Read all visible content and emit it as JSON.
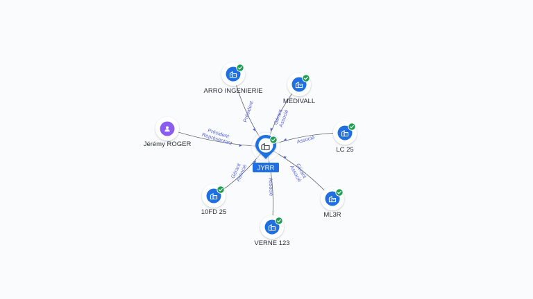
{
  "center": {
    "label": "JYRR",
    "icon": "building-icon",
    "verified": true
  },
  "nodes": [
    {
      "id": "arro",
      "label": "ARRO INGENIERIE",
      "icon": "building-icon",
      "verified": true,
      "relations": [
        "Président"
      ]
    },
    {
      "id": "medivall",
      "label": "MÉDIVALL",
      "icon": "building-icon",
      "verified": true,
      "relations": [
        "Gérant",
        "Associé"
      ]
    },
    {
      "id": "lc25",
      "label": "LC 25",
      "icon": "building-icon",
      "verified": true,
      "relations": [
        "Associé"
      ]
    },
    {
      "id": "ml3r",
      "label": "ML3R",
      "icon": "building-icon",
      "verified": true,
      "relations": [
        "Gérant",
        "Associé"
      ]
    },
    {
      "id": "verne",
      "label": "VERNE 123",
      "icon": "building-icon",
      "verified": true,
      "relations": [
        "Associé"
      ]
    },
    {
      "id": "10fd",
      "label": "10FD 25",
      "icon": "building-icon",
      "verified": true,
      "relations": [
        "Gérant",
        "Associé"
      ]
    },
    {
      "id": "jeremy",
      "label": "Jérémy ROGER",
      "icon": "person-icon",
      "verified": false,
      "relations": [
        "Président",
        "Représentant"
      ]
    }
  ],
  "colors": {
    "company": "#1f6fe0",
    "person": "#8a5cf0",
    "verified": "#1f9d55",
    "edge": "#5a5f69",
    "edge_label": "#5b67d6",
    "label_text": "#2a2f3a",
    "center_badge": "#1f6fe0"
  }
}
